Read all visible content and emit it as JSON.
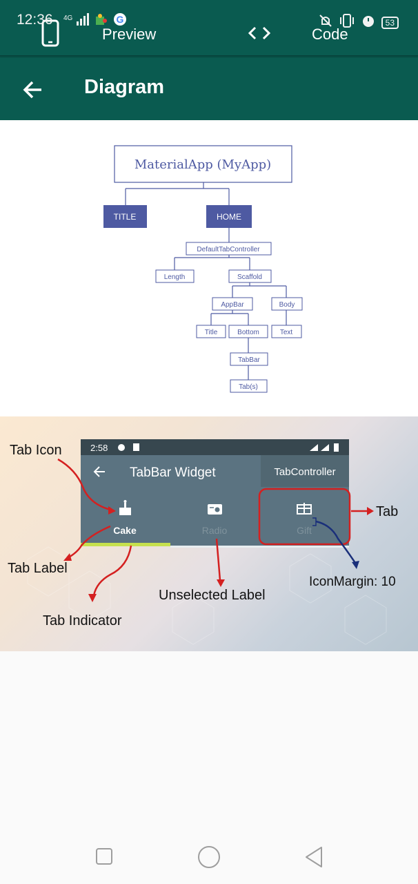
{
  "status_bar": {
    "time": "12:36",
    "network": "4G",
    "battery": "53"
  },
  "top_tabs": {
    "preview_label": "Preview",
    "code_label": "Code"
  },
  "app_bar": {
    "title": "Diagram"
  },
  "tree_diagram": {
    "root": "MaterialApp (MyApp)",
    "title_node": "TITLE",
    "home_node": "HOME",
    "default_tab_controller": "DefaultTabController",
    "length": "Length",
    "scaffold": "Scaffold",
    "appbar": "AppBar",
    "body": "Body",
    "title_leaf": "Title",
    "bottom": "Bottom",
    "text": "Text",
    "tabbar": "TabBar",
    "tabs": "Tab(s)",
    "accent_color": "#4e5aa2"
  },
  "tabbar_diagram": {
    "phone_time": "2:58",
    "phone_title": "TabBar Widget",
    "tab_controller_label": "TabController",
    "tab_cake": "Cake",
    "tab_radio": "Radio",
    "tab_gift": "Gift",
    "ann_tab_icon": "Tab Icon",
    "ann_tab_label": "Tab Label",
    "ann_tab_indicator": "Tab Indicator",
    "ann_unselected_label": "Unselected Label",
    "ann_tab": "Tab",
    "ann_icon_margin": "IconMargin: 10",
    "phone_bar_color": "#5b7381",
    "indicator_color": "#c6e04d",
    "arrow_color": "#d42020",
    "margin_arrow_color": "#1a2f7a"
  }
}
